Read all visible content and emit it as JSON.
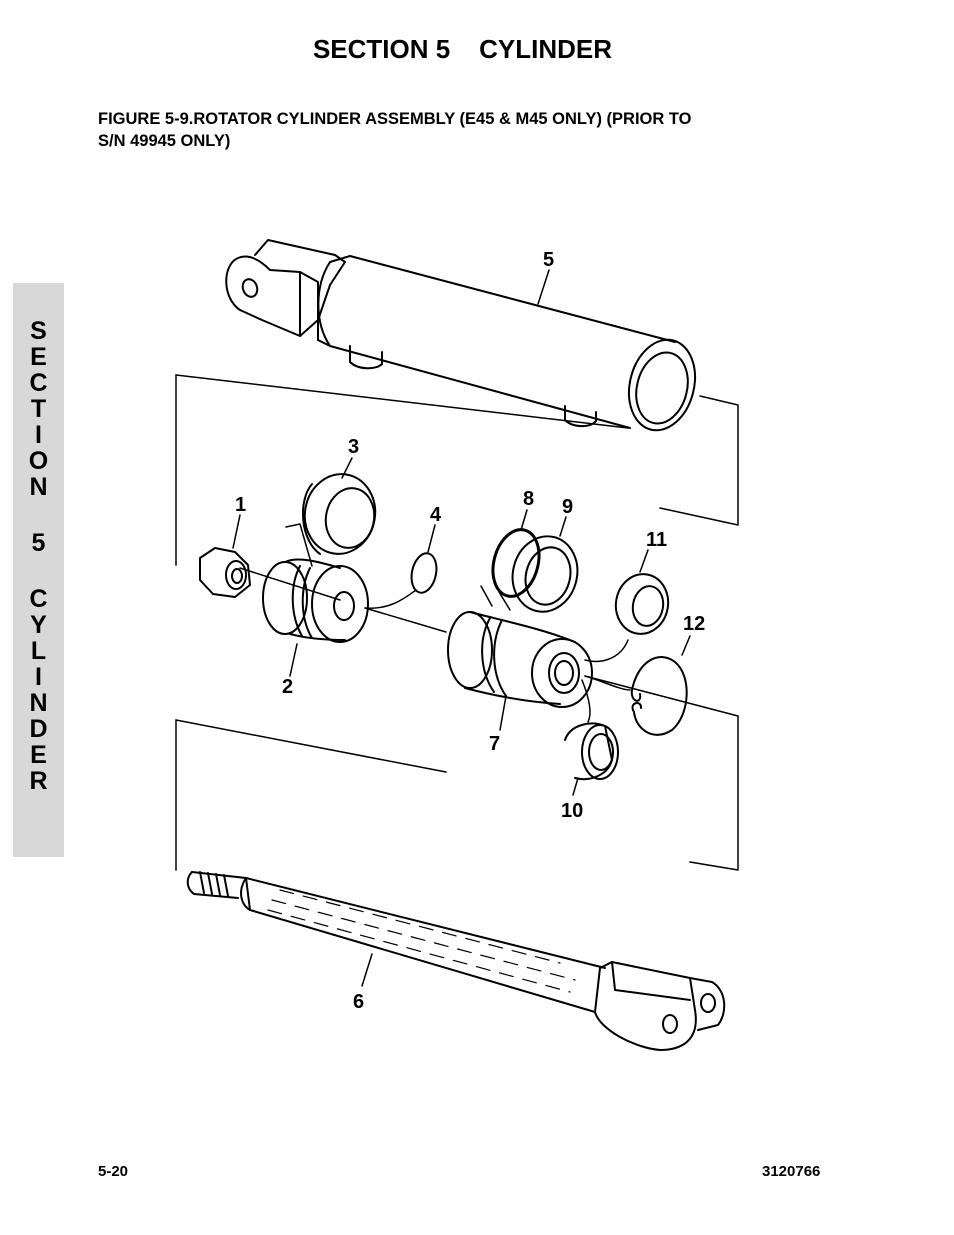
{
  "header": {
    "section_title": "SECTION 5    CYLINDER"
  },
  "figure": {
    "caption_line1": "FIGURE 5-9.ROTATOR CYLINDER ASSEMBLY (E45 & M45 ONLY) (PRIOR TO",
    "caption_line2": "S/N 49945 ONLY)",
    "callouts": {
      "c1": "1",
      "c2": "2",
      "c3": "3",
      "c4": "4",
      "c5": "5",
      "c6": "6",
      "c7": "7",
      "c8": "8",
      "c9": "9",
      "c10": "10",
      "c11": "11",
      "c12": "12"
    }
  },
  "side_tab": {
    "letters": [
      "S",
      "E",
      "C",
      "T",
      "I",
      "O",
      "N",
      "",
      "5",
      "",
      "C",
      "Y",
      "L",
      "I",
      "N",
      "D",
      "E",
      "R"
    ]
  },
  "footer": {
    "page_number": "5-20",
    "doc_number": "3120766"
  }
}
